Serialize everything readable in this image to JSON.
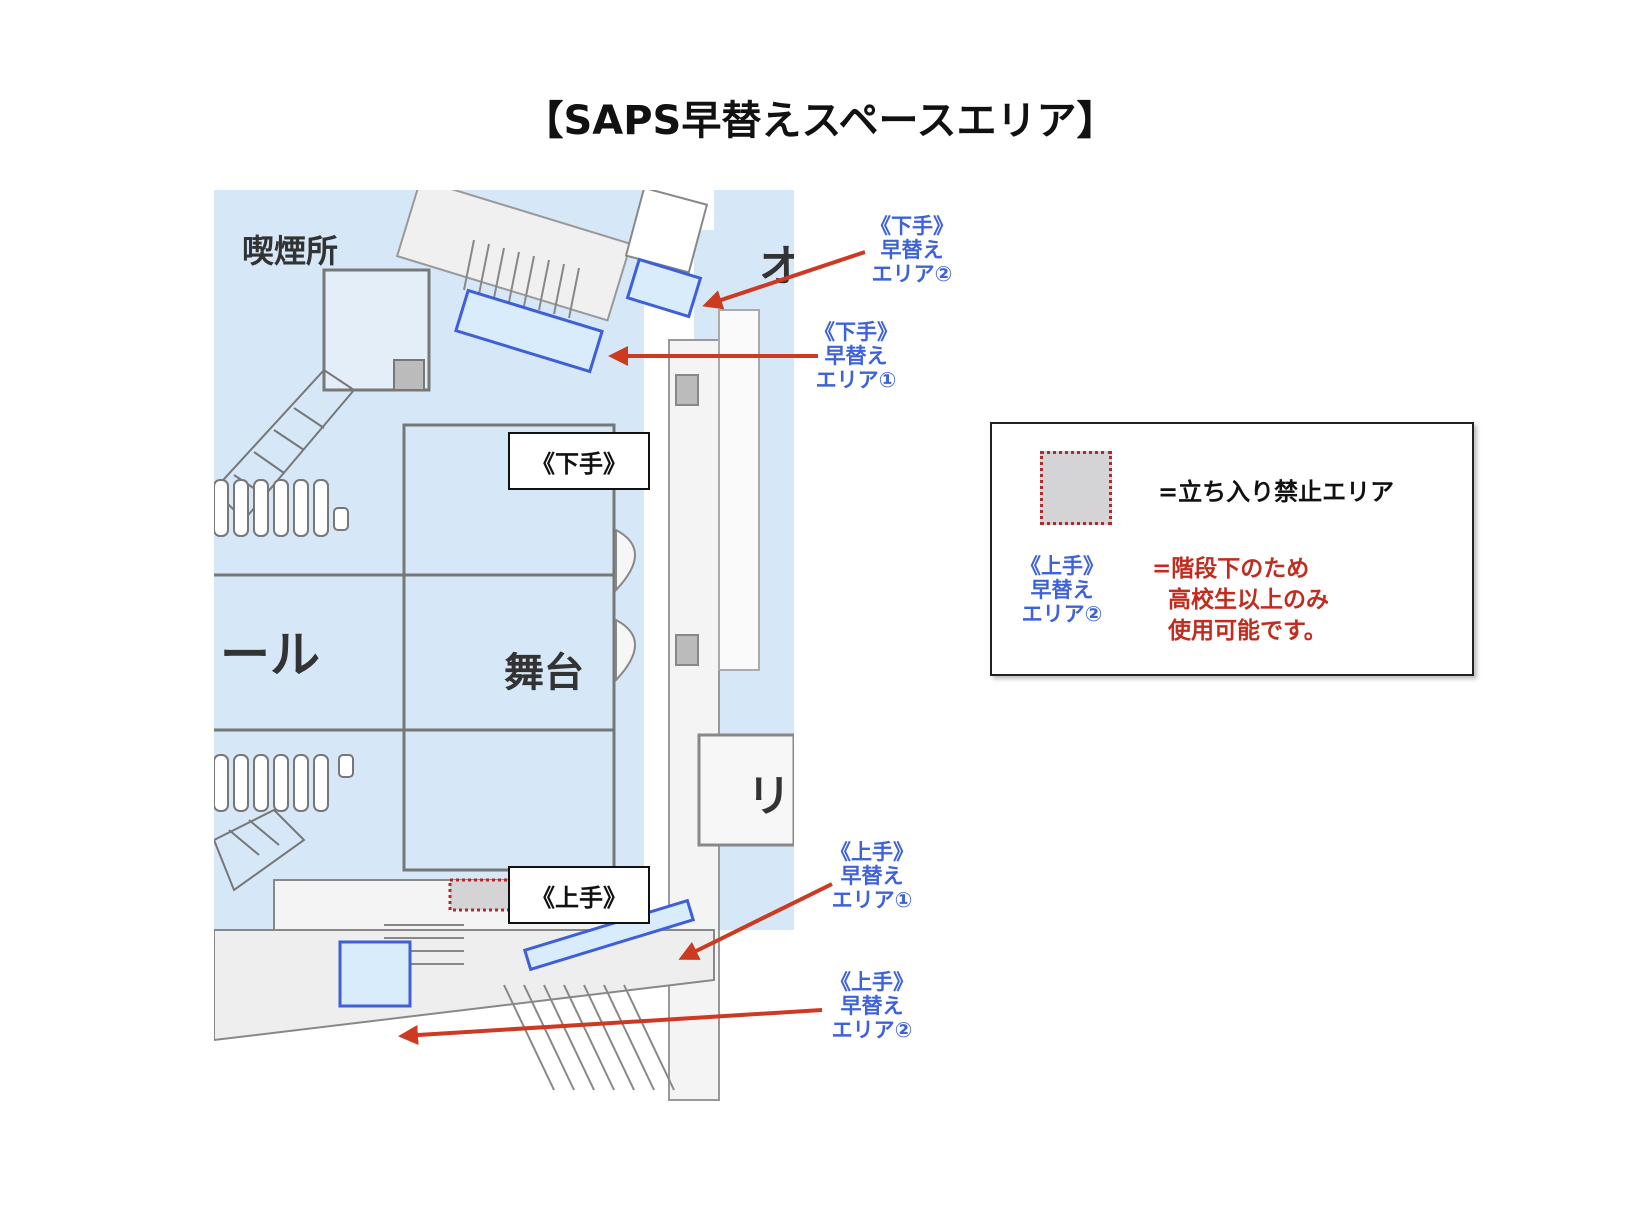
{
  "page": {
    "title": "【SAPS早替えスペースエリア】"
  },
  "map": {
    "labels": {
      "smoking_room": "喫煙所",
      "stage": "舞台",
      "hall_fragment": "ール",
      "top_right_fragment": "オ",
      "right_fragment": "リ"
    },
    "shimote_label": "《下手》",
    "kamite_label": "《上手》"
  },
  "callouts": {
    "shimote_area2": {
      "line1": "《下手》",
      "line2": "早替え",
      "line3": "エリア②"
    },
    "shimote_area1": {
      "line1": "《下手》",
      "line2": "早替え",
      "line3": "エリア①"
    },
    "kamite_area1": {
      "line1": "《上手》",
      "line2": "早替え",
      "line3": "エリア①"
    },
    "kamite_area2": {
      "line1": "《上手》",
      "line2": "早替え",
      "line3": "エリア②"
    }
  },
  "legend": {
    "restricted_text": "=立ち入り禁止エリア",
    "sample_callout": {
      "line1": "《上手》",
      "line2": "早替え",
      "line3": "エリア②"
    },
    "note_line1": "=階段下のため",
    "note_line2": "高校生以上のみ",
    "note_line3": "使用可能です。"
  },
  "colors": {
    "floor": "#d6e8f7",
    "area_border": "#3f5fd8",
    "area_fill": "#d8ecfb",
    "arrow": "#cc3a22",
    "restricted_border": "#b12a2a",
    "restricted_fill": "#d4d4d6",
    "callout_text": "#3f63d6",
    "note_text": "#c02d1f"
  }
}
